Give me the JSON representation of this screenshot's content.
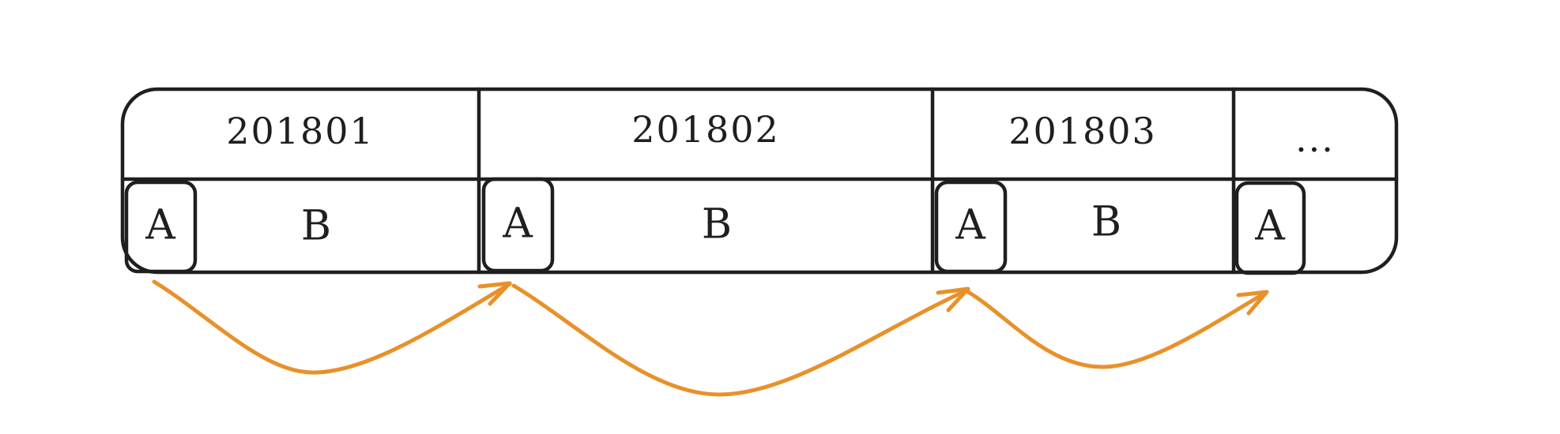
{
  "headers": [
    "201801",
    "201802",
    "201803",
    "..."
  ],
  "cells": [
    {
      "a": "A",
      "b": "B"
    },
    {
      "a": "A",
      "b": "B"
    },
    {
      "a": "A",
      "b": "B"
    },
    {
      "a": "A"
    }
  ],
  "colors": {
    "stroke": "#1f1f1f",
    "arrow": "#e8912a",
    "background": "#ffffff"
  }
}
